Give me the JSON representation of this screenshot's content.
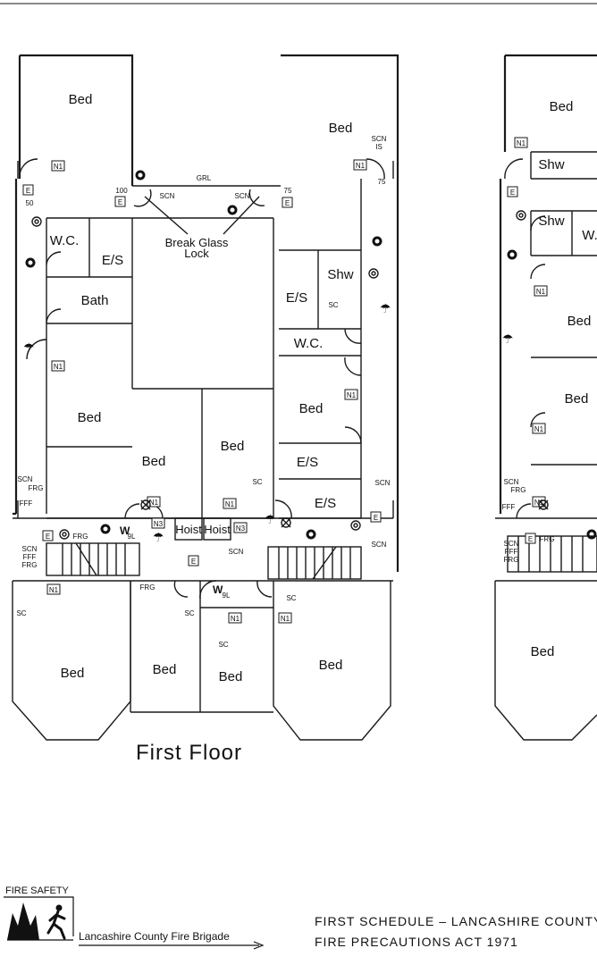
{
  "drawing": {
    "title": "First Floor",
    "schedule_line1": "FIRST SCHEDULE – LANCASHIRE COUNTY",
    "schedule_line2": "FIRE PRECAUTIONS ACT 1971",
    "logo_heading": "FIRE SAFETY",
    "brigade": "Lancashire County Fire Brigade"
  },
  "rooms": {
    "bed": "Bed",
    "wc": "W.C.",
    "es": "E/S",
    "bath": "Bath",
    "shw": "Shw",
    "hoist": "Hoist",
    "w_cut": "W."
  },
  "annotations": {
    "break_glass_1": "Break Glass",
    "break_glass_2": "Lock",
    "grl": "GRL",
    "scn": "SCN",
    "is": "IS",
    "frg": "FRG",
    "fff": "FFF",
    "sc": "SC",
    "n1": "N1",
    "n3": "N3",
    "e": "E",
    "num_100": "100",
    "num_75": "75",
    "num_50": "50",
    "w9l": "9L"
  }
}
